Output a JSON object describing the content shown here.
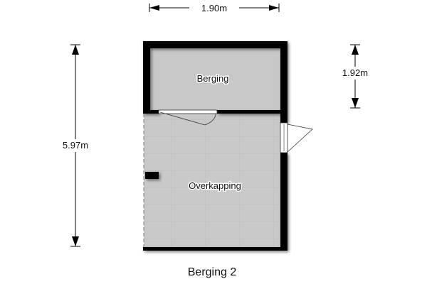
{
  "plan": {
    "title": "Berging 2",
    "rooms": [
      {
        "name": "Berging"
      },
      {
        "name": "Overkapping"
      }
    ],
    "dimensions": {
      "width": "1.90m",
      "total_depth": "5.97m",
      "berging_depth": "1.92m"
    }
  }
}
